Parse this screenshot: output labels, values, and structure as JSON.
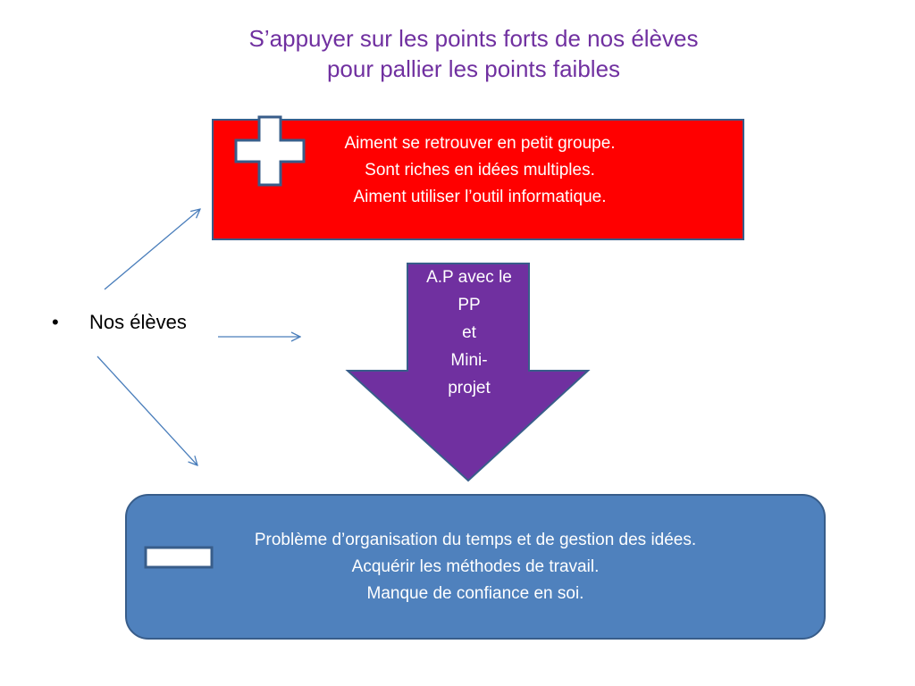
{
  "title": {
    "line1": "S’appuyer sur les points forts de nos élèves",
    "line2": "pour pallier les points faibles"
  },
  "strengths": {
    "symbol": "plus-icon",
    "lines": [
      "Aiment se retrouver en petit groupe.",
      "Sont riches en idées multiples.",
      "Aiment utiliser l’outil informatique."
    ],
    "fill_color": "#ff0000"
  },
  "bullet": {
    "marker": "•",
    "text": "Nos élèves"
  },
  "action_arrow": {
    "lines": [
      "A.P avec le",
      "PP",
      "et",
      "Mini-",
      "projet"
    ],
    "fill_color": "#7030a0"
  },
  "weaknesses": {
    "symbol": "minus-icon",
    "lines": [
      "Problème d’organisation du temps et de gestion des idées.",
      "Acquérir les méthodes de travail.",
      "Manque de confiance en soi."
    ],
    "fill_color": "#4f81bd"
  },
  "colors": {
    "title": "#7030a0",
    "connector": "#4a7ebb",
    "outline": "#385d8a"
  }
}
